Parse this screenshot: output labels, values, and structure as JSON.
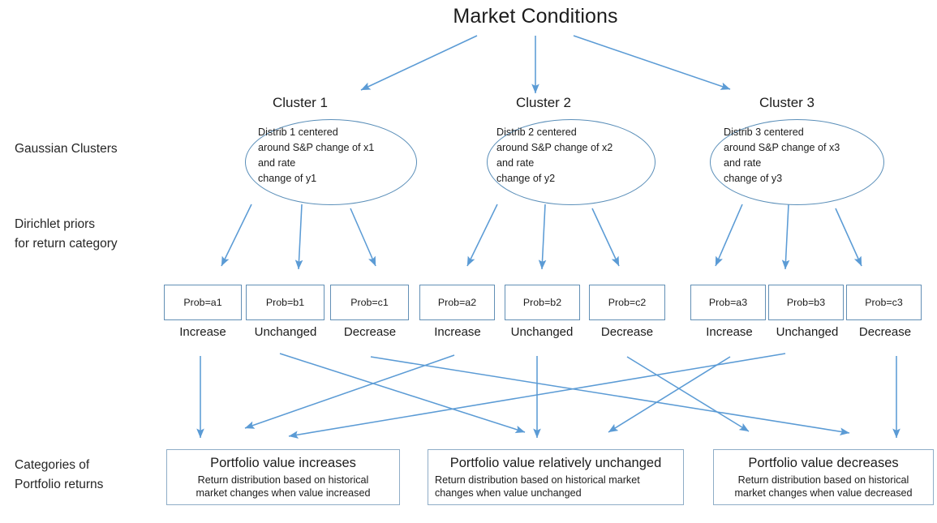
{
  "diagram": {
    "title": "Market Conditions",
    "accent_color": "#5b9bd5",
    "box_border_color": "#628fb5",
    "ellipse_border_color": "#5b8fb9",
    "text_color": "#1c1c1c",
    "background_color": "#ffffff"
  },
  "row_labels": [
    {
      "id": "gaussian-clusters",
      "text": "Gaussian Clusters"
    },
    {
      "id": "dirichlet-priors",
      "text": "Dirichlet priors\nfor return category"
    },
    {
      "id": "categories-portfolio-returns",
      "text": "Categories of\nPortfolio returns"
    }
  ],
  "clusters": [
    {
      "id": "cluster-1",
      "title": "Cluster 1",
      "body": "Distrib 1 centered\naround S&P change of x1\nand rate\nchange of y1",
      "priors": [
        {
          "id": "prob-a1",
          "prob": "Prob=a1",
          "category": "Increase"
        },
        {
          "id": "prob-b1",
          "prob": "Prob=b1",
          "category": "Unchanged"
        },
        {
          "id": "prob-c1",
          "prob": "Prob=c1",
          "category": "Decrease"
        }
      ]
    },
    {
      "id": "cluster-2",
      "title": "Cluster 2",
      "body": "Distrib 2 centered\naround S&P change of x2\nand rate\nchange of y2",
      "priors": [
        {
          "id": "prob-a2",
          "prob": "Prob=a2",
          "category": "Increase"
        },
        {
          "id": "prob-b2",
          "prob": "Prob=b2",
          "category": "Unchanged"
        },
        {
          "id": "prob-c2",
          "prob": "Prob=c2",
          "category": "Decrease"
        }
      ]
    },
    {
      "id": "cluster-3",
      "title": "Cluster 3",
      "body": "Distrib 3 centered\naround S&P change of x3\nand rate\nchange of y3",
      "priors": [
        {
          "id": "prob-a3",
          "prob": "Prob=a3",
          "category": "Increase"
        },
        {
          "id": "prob-b3",
          "prob": "Prob=b3",
          "category": "Unchanged"
        },
        {
          "id": "prob-c3",
          "prob": "Prob=c3",
          "category": "Decrease"
        }
      ]
    }
  ],
  "outcomes": [
    {
      "id": "portfolio-increases",
      "title": "Portfolio value increases",
      "subtitle": "Return distribution based on historical\nmarket changes when value increased"
    },
    {
      "id": "portfolio-unchanged",
      "title": "Portfolio value relatively unchanged",
      "subtitle": "Return distribution based on historical market\nchanges when value unchanged"
    },
    {
      "id": "portfolio-decreases",
      "title": "Portfolio value decreases",
      "subtitle": "Return distribution based on historical\nmarket changes when value decreased"
    }
  ],
  "edges": {
    "root_to_clusters": [
      {
        "from": "market-conditions",
        "to": "cluster-1"
      },
      {
        "from": "market-conditions",
        "to": "cluster-2"
      },
      {
        "from": "market-conditions",
        "to": "cluster-3"
      }
    ],
    "cluster_to_priors": [
      {
        "from": "cluster-1",
        "to": "prob-a1"
      },
      {
        "from": "cluster-1",
        "to": "prob-b1"
      },
      {
        "from": "cluster-1",
        "to": "prob-c1"
      },
      {
        "from": "cluster-2",
        "to": "prob-a2"
      },
      {
        "from": "cluster-2",
        "to": "prob-b2"
      },
      {
        "from": "cluster-2",
        "to": "prob-c2"
      },
      {
        "from": "cluster-3",
        "to": "prob-a3"
      },
      {
        "from": "cluster-3",
        "to": "prob-b3"
      },
      {
        "from": "cluster-3",
        "to": "prob-c3"
      }
    ],
    "priors_to_outcomes": [
      {
        "from": "prob-a1",
        "to": "portfolio-increases"
      },
      {
        "from": "prob-b1",
        "to": "portfolio-unchanged"
      },
      {
        "from": "prob-c1",
        "to": "portfolio-decreases"
      },
      {
        "from": "prob-a2",
        "to": "portfolio-increases"
      },
      {
        "from": "prob-b2",
        "to": "portfolio-unchanged"
      },
      {
        "from": "prob-c2",
        "to": "portfolio-decreases"
      },
      {
        "from": "prob-a3",
        "to": "portfolio-increases"
      },
      {
        "from": "prob-b3",
        "to": "portfolio-unchanged"
      },
      {
        "from": "prob-c3",
        "to": "portfolio-decreases"
      }
    ]
  }
}
